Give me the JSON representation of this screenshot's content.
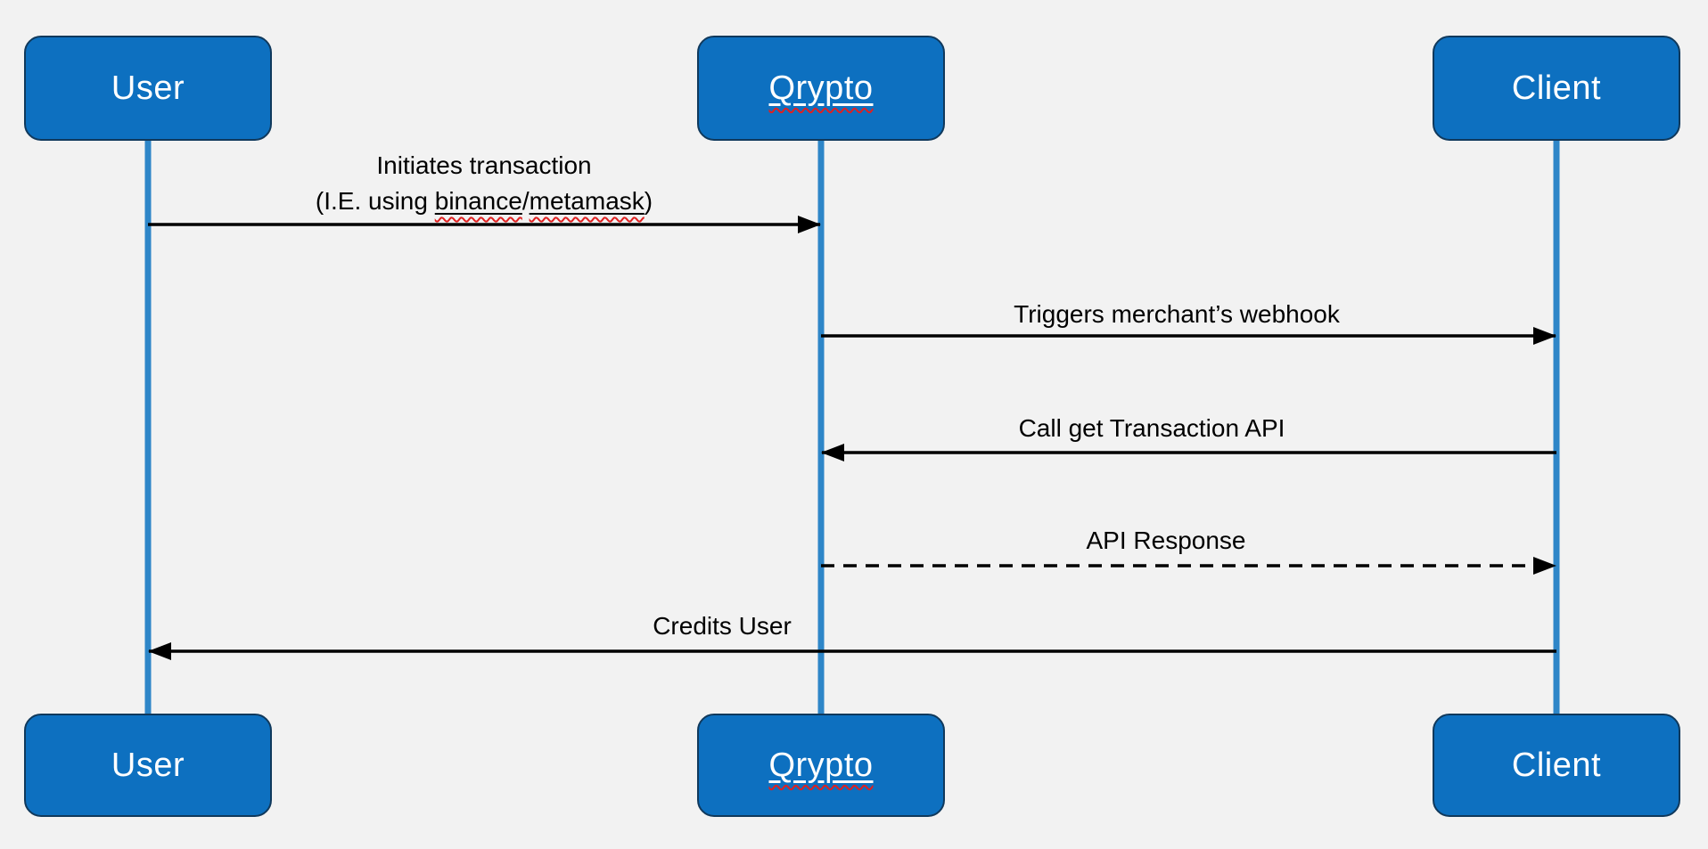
{
  "diagram": {
    "type": "sequence-diagram",
    "background": "#F2F2F2"
  },
  "palette": {
    "actor_fill": "#0D70C0",
    "actor_border": "#10395C",
    "actor_text": "#FFFFFF",
    "lifeline": "#2E86C8",
    "arrow": "#000000",
    "message_text": "#000000",
    "spellcheck_squiggle": "#E02020"
  },
  "actors": {
    "user": {
      "label": "User"
    },
    "qrypto": {
      "label": "Qrypto"
    },
    "client": {
      "label": "Client"
    }
  },
  "messages": {
    "initiate": {
      "line1": "Initiates transaction",
      "line2": {
        "pre": "(I.E. using ",
        "word1": "binance",
        "slash": "/",
        "word2": "metamask",
        "post": ")"
      },
      "from": "User",
      "to": "Qrypto",
      "line_style": "solid"
    },
    "webhook": {
      "label": "Triggers merchant’s webhook",
      "from": "Qrypto",
      "to": "Client",
      "line_style": "solid"
    },
    "get_api": {
      "label": "Call get Transaction API",
      "from": "Client",
      "to": "Qrypto",
      "line_style": "solid"
    },
    "api_response": {
      "label": "API Response",
      "from": "Qrypto",
      "to": "Client",
      "line_style": "dashed"
    },
    "credits": {
      "label": "Credits User",
      "from": "Client",
      "to": "User",
      "line_style": "solid"
    }
  }
}
